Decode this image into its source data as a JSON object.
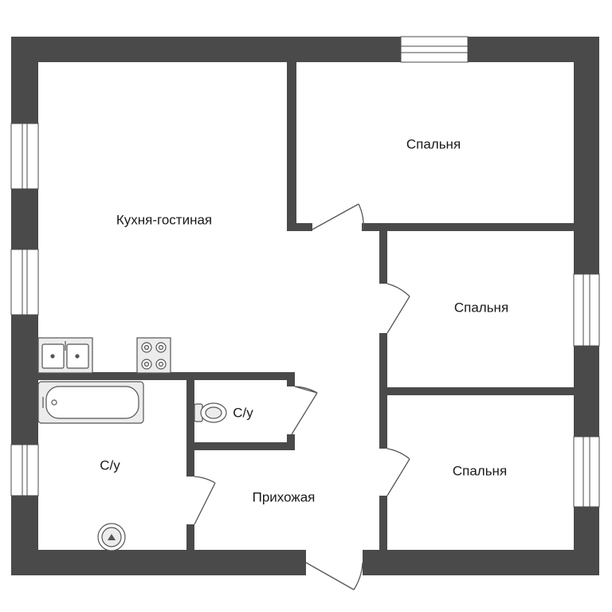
{
  "rooms": {
    "kitchen_living": "Кухня-гостиная",
    "bedroom_1": "Спальня",
    "bedroom_2": "Спальня",
    "bedroom_3": "Спальня",
    "bathroom": "С/у",
    "toilet": "С/у",
    "hallway": "Прихожая"
  },
  "colors": {
    "wall": "#4a4a4a",
    "fixture_stroke": "#555555",
    "fixture_fill": "#ececec",
    "window_glass": "#ffffff"
  }
}
